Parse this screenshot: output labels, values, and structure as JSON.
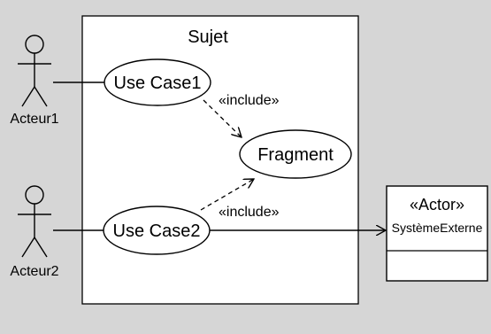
{
  "subject": {
    "title": "Sujet"
  },
  "actors": [
    {
      "name": "Acteur1"
    },
    {
      "name": "Acteur2"
    }
  ],
  "use_cases": [
    {
      "label": "Use Case1"
    },
    {
      "label": "Fragment"
    },
    {
      "label": "Use Case2"
    }
  ],
  "relations": {
    "include_1": "«include»",
    "include_2": "«include»"
  },
  "external": {
    "stereotype": "«Actor»",
    "name": "SystèmeExterne"
  },
  "colors": {
    "background": "#d6d6d6",
    "subject_fill": "#ffffff",
    "usecase_fill": "#ffffff",
    "stroke": "#000000"
  }
}
